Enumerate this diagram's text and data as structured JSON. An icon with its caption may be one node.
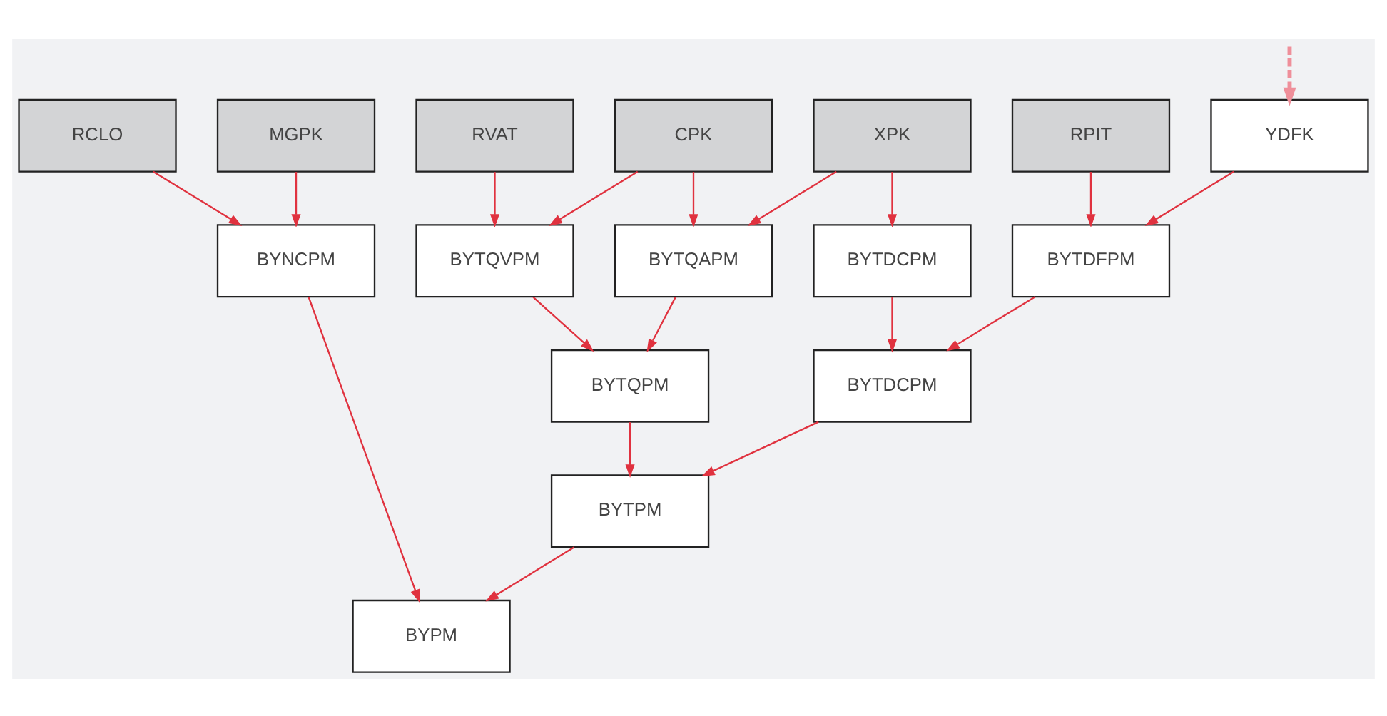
{
  "diagram": {
    "nodes": [
      {
        "text": [
          "RVAT"
        ]
      },
      {
        "text": [
          "CPK"
        ]
      },
      {
        "text": [
          "XPK"
        ]
      },
      {
        "text": [
          "RPIT"
        ]
      },
      {
        "text": [
          "RCLO"
        ]
      },
      {
        "text": [
          "MGPK"
        ]
      },
      {
        "text": [
          "YDFK"
        ]
      },
      {
        "text": [
          "BYTQVPM"
        ]
      },
      {
        "text": [
          "BYTQAPM"
        ]
      },
      {
        "text": [
          "BYTDCPM"
        ]
      },
      {
        "text": [
          "BYTDFPM"
        ]
      },
      {
        "text": [
          "BYTQPM"
        ]
      },
      {
        "text": [
          "BYTDCPM"
        ]
      },
      {
        "text": [
          "BYNCPM"
        ]
      },
      {
        "text": [
          "BYTPM"
        ]
      },
      {
        "text": [
          "BYPM"
        ]
      }
    ],
    "edges": [
      {
        "from": 0,
        "to": 7,
        "arrow": "to"
      },
      {
        "from": 1,
        "to": 7,
        "arrow": "to"
      },
      {
        "from": 1,
        "to": 8,
        "arrow": "to"
      },
      {
        "from": 2,
        "to": 8,
        "arrow": "to"
      },
      {
        "from": 2,
        "to": 9,
        "arrow": "to"
      },
      {
        "from": 3,
        "to": 10,
        "arrow": "to"
      },
      {
        "from": null,
        "to": 6,
        "arrow": "to",
        "style": "dashed",
        "color": "#ef8f9a"
      },
      {
        "from": 6,
        "to": 10,
        "arrow": "to"
      },
      {
        "from": 4,
        "to": 13,
        "arrow": "to"
      },
      {
        "from": 5,
        "to": 13,
        "arrow": "to"
      },
      {
        "from": 7,
        "to": 11,
        "arrow": "to"
      },
      {
        "from": 8,
        "to": 11,
        "arrow": "to"
      },
      {
        "from": 9,
        "to": 12,
        "arrow": "to"
      },
      {
        "from": 10,
        "to": 12,
        "arrow": "to"
      },
      {
        "from": 11,
        "to": 14,
        "arrow": "to"
      },
      {
        "from": 12,
        "to": 14,
        "arrow": "to"
      },
      {
        "from": 14,
        "to": 15,
        "arrow": "to"
      },
      {
        "from": 13,
        "to": 15,
        "arrow": "to"
      }
    ]
  }
}
